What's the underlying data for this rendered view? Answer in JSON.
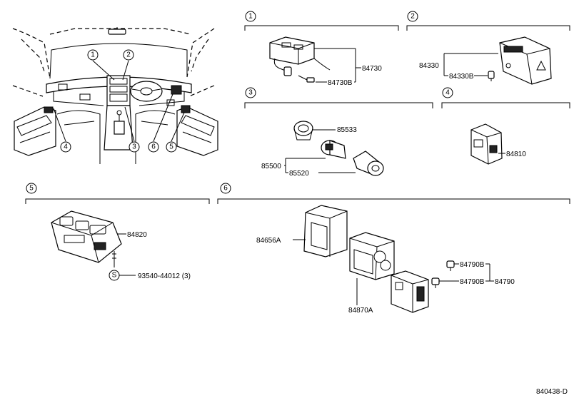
{
  "callouts": {
    "c1": "1",
    "c2": "2",
    "c3": "3",
    "c4": "4",
    "c5": "5",
    "c6": "6"
  },
  "sections": {
    "s1": "1",
    "s2": "2",
    "s3": "3",
    "s4": "4",
    "s5": "5",
    "s6": "6"
  },
  "parts": {
    "p84730": "84730",
    "p84730B": "84730B",
    "p84330": "84330",
    "p84330B": "84330B",
    "p85533": "85533",
    "p85500": "85500",
    "p85520": "85520",
    "p84810": "84810",
    "p84820": "84820",
    "p93540": "93540-44012 (3)",
    "s_mark": "S",
    "p84656A": "84656A",
    "p84870A": "84870A",
    "p84790B_1": "84790B",
    "p84790B_2": "84790B",
    "p84790": "84790"
  },
  "diagram_id": "840438-D"
}
